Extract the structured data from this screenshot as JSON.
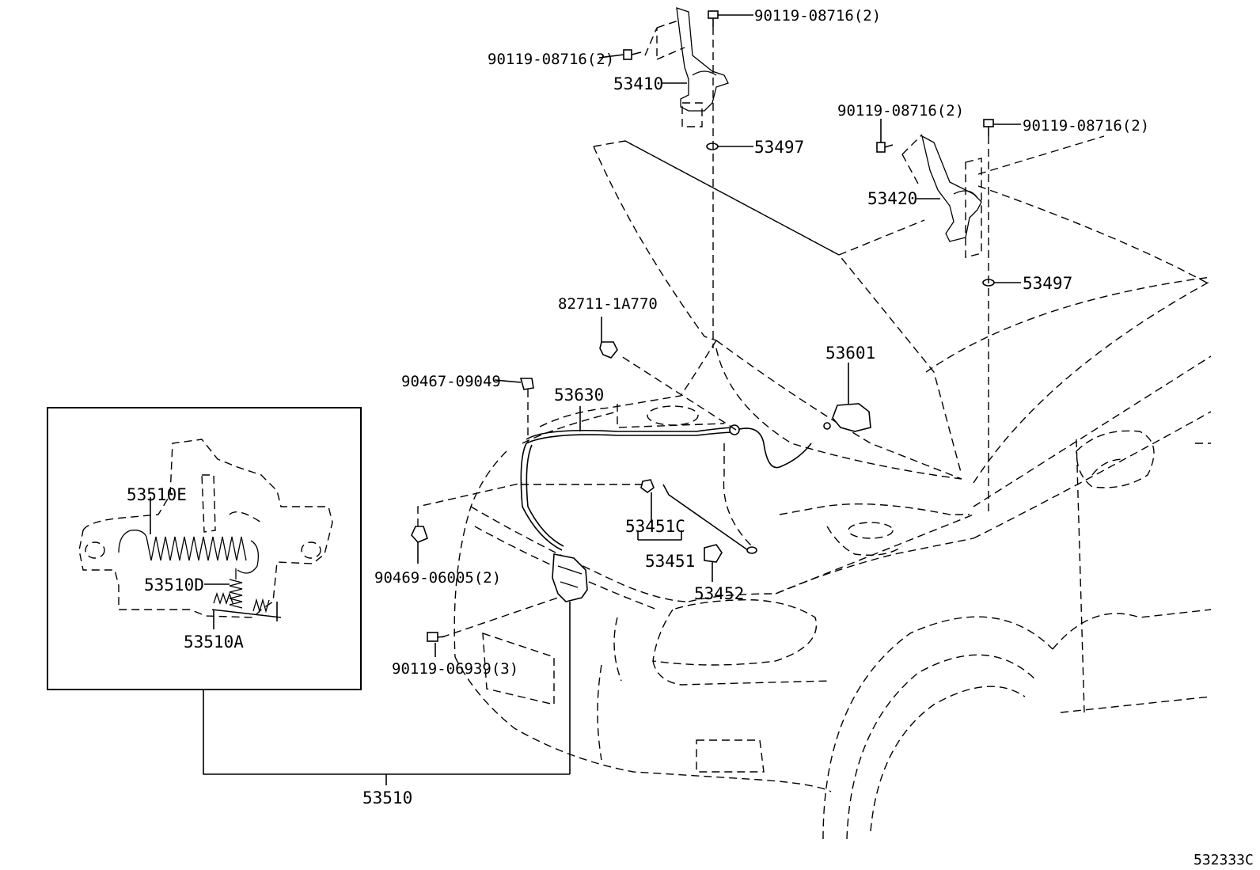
{
  "diagram_id": "532333C",
  "labels": {
    "bolt_hinge_left_top": "90119-08716(2)",
    "bolt_hinge_left_side": "90119-08716(2)",
    "hinge_left": "53410",
    "cushion_left": "53497",
    "bolt_hinge_right_side": "90119-08716(2)",
    "bolt_hinge_right_top": "90119-08716(2)",
    "hinge_right": "53420",
    "cushion_right": "53497",
    "clip_82711": "82711-1A770",
    "clamp_90467": "90467-09049",
    "release_cable": "53630",
    "release_lever": "53601",
    "support_rod_clamp": "53451C",
    "support_rod": "53451",
    "support_rod_holder": "53452",
    "clip_90469": "90469-06005(2)",
    "bolt_lock": "90119-06939(3)",
    "lock_assy": "53510",
    "spring_e": "53510E",
    "spring_d": "53510D",
    "spring_a": "53510A"
  },
  "icons": [
    "bolt-icon",
    "cushion-icon",
    "clip-icon",
    "hinge-icon",
    "latch-icon",
    "lever-icon"
  ]
}
